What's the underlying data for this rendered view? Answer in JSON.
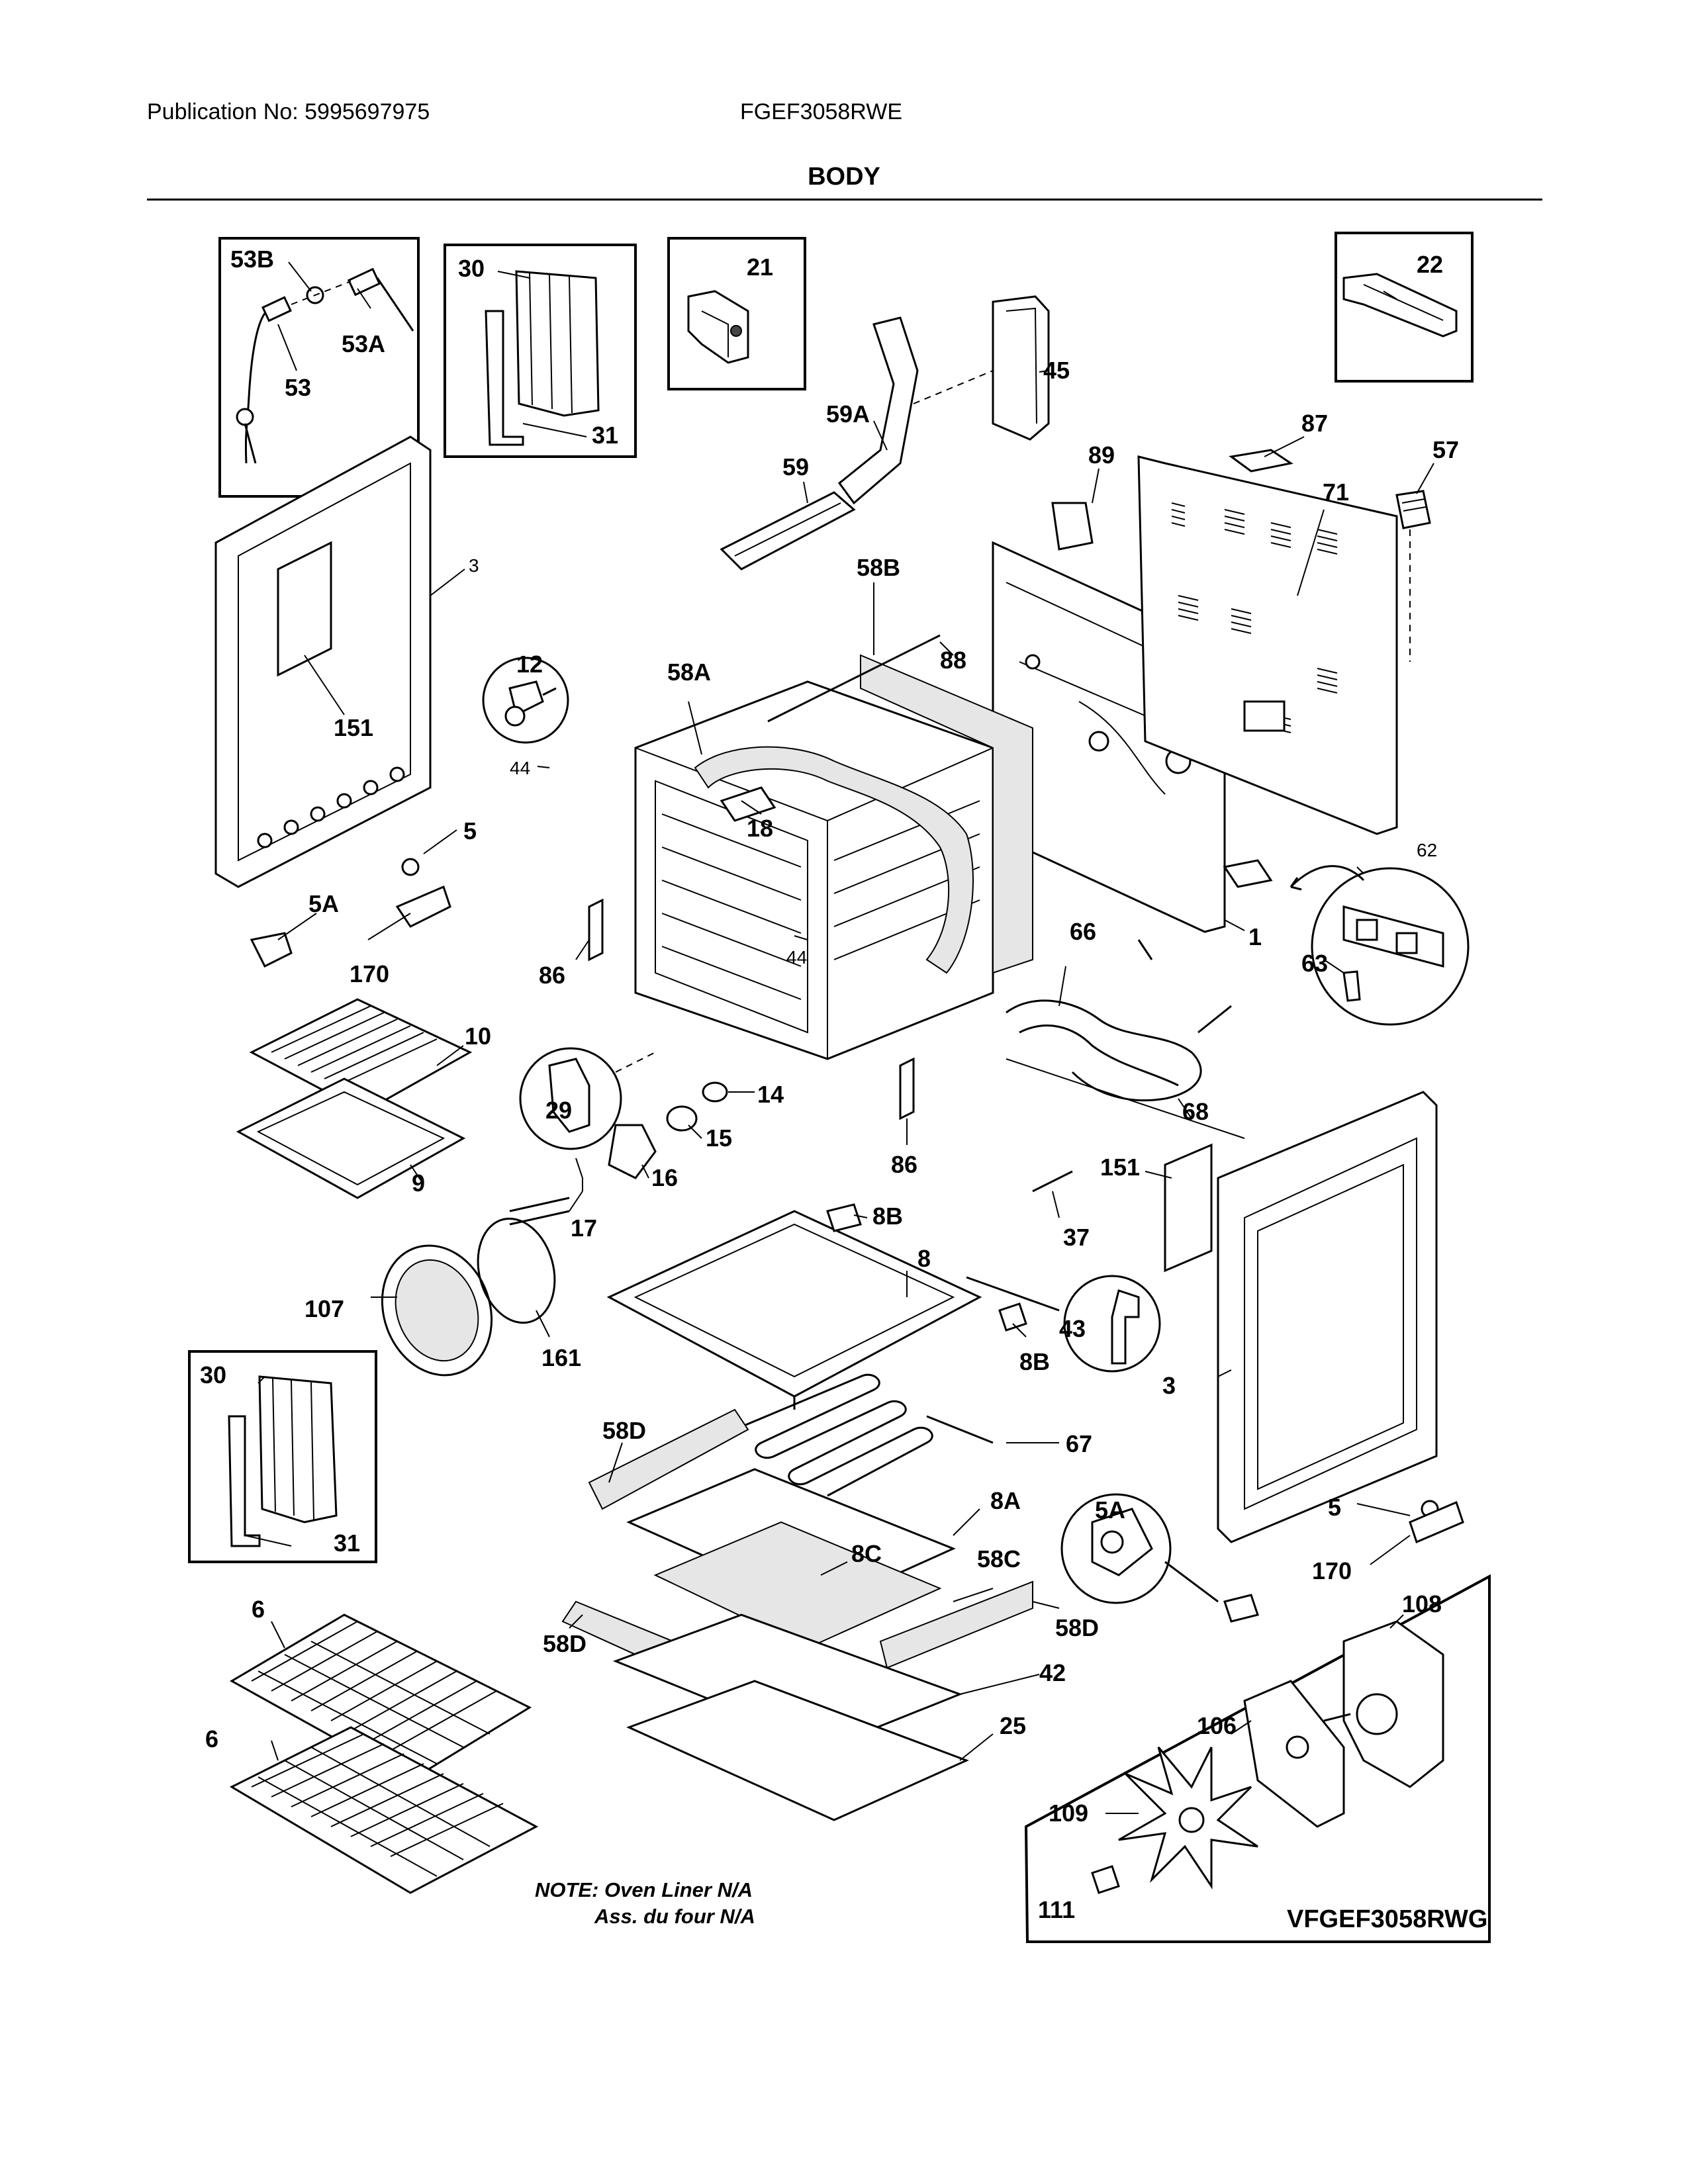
{
  "header": {
    "publication": "Publication No: 5995697975",
    "model": "FGEF3058RWE"
  },
  "title": "BODY",
  "labels": {
    "p53B": "53B",
    "p53A": "53A",
    "p53": "53",
    "p30a": "30",
    "p31a": "31",
    "p21": "21",
    "p45": "45",
    "p22": "22",
    "p59A": "59A",
    "p59": "59",
    "p89": "89",
    "p87": "87",
    "p57": "57",
    "p71": "71",
    "p58B": "58B",
    "p88": "88",
    "p3a": "3",
    "p151a": "151",
    "p12": "12",
    "p58A": "58A",
    "p44a": "44",
    "p18": "18",
    "p5a": "5",
    "p5Aa": "5A",
    "p170a": "170",
    "p86a": "86",
    "p44b": "44",
    "p1": "1",
    "p62": "62",
    "p63": "63",
    "p66": "66",
    "p10": "10",
    "p9": "9",
    "p29": "29",
    "p14": "14",
    "p15": "15",
    "p16": "16",
    "p86b": "86",
    "p68": "68",
    "p17": "17",
    "p8B": "8B",
    "p151b": "151",
    "p37": "37",
    "p8": "8",
    "p107": "107",
    "p161": "161",
    "p43": "43",
    "p8Bb": "8B",
    "p3b": "3",
    "p30b": "30",
    "p58Da": "58D",
    "p67": "67",
    "p8A": "8A",
    "p5Ab": "5A",
    "p31b": "31",
    "p8C": "8C",
    "p58C": "58C",
    "p5b": "5",
    "p170b": "170",
    "p6a": "6",
    "p58Db": "58D",
    "p58Dc": "58D",
    "p108": "108",
    "p42": "42",
    "p106": "106",
    "p25": "25",
    "p6b": "6",
    "p109": "109",
    "p111": "111"
  },
  "note": {
    "line1": "NOTE: Oven Liner N/A",
    "line2": "Ass. du four N/A"
  },
  "inset_model": "VFGEF3058RWG"
}
